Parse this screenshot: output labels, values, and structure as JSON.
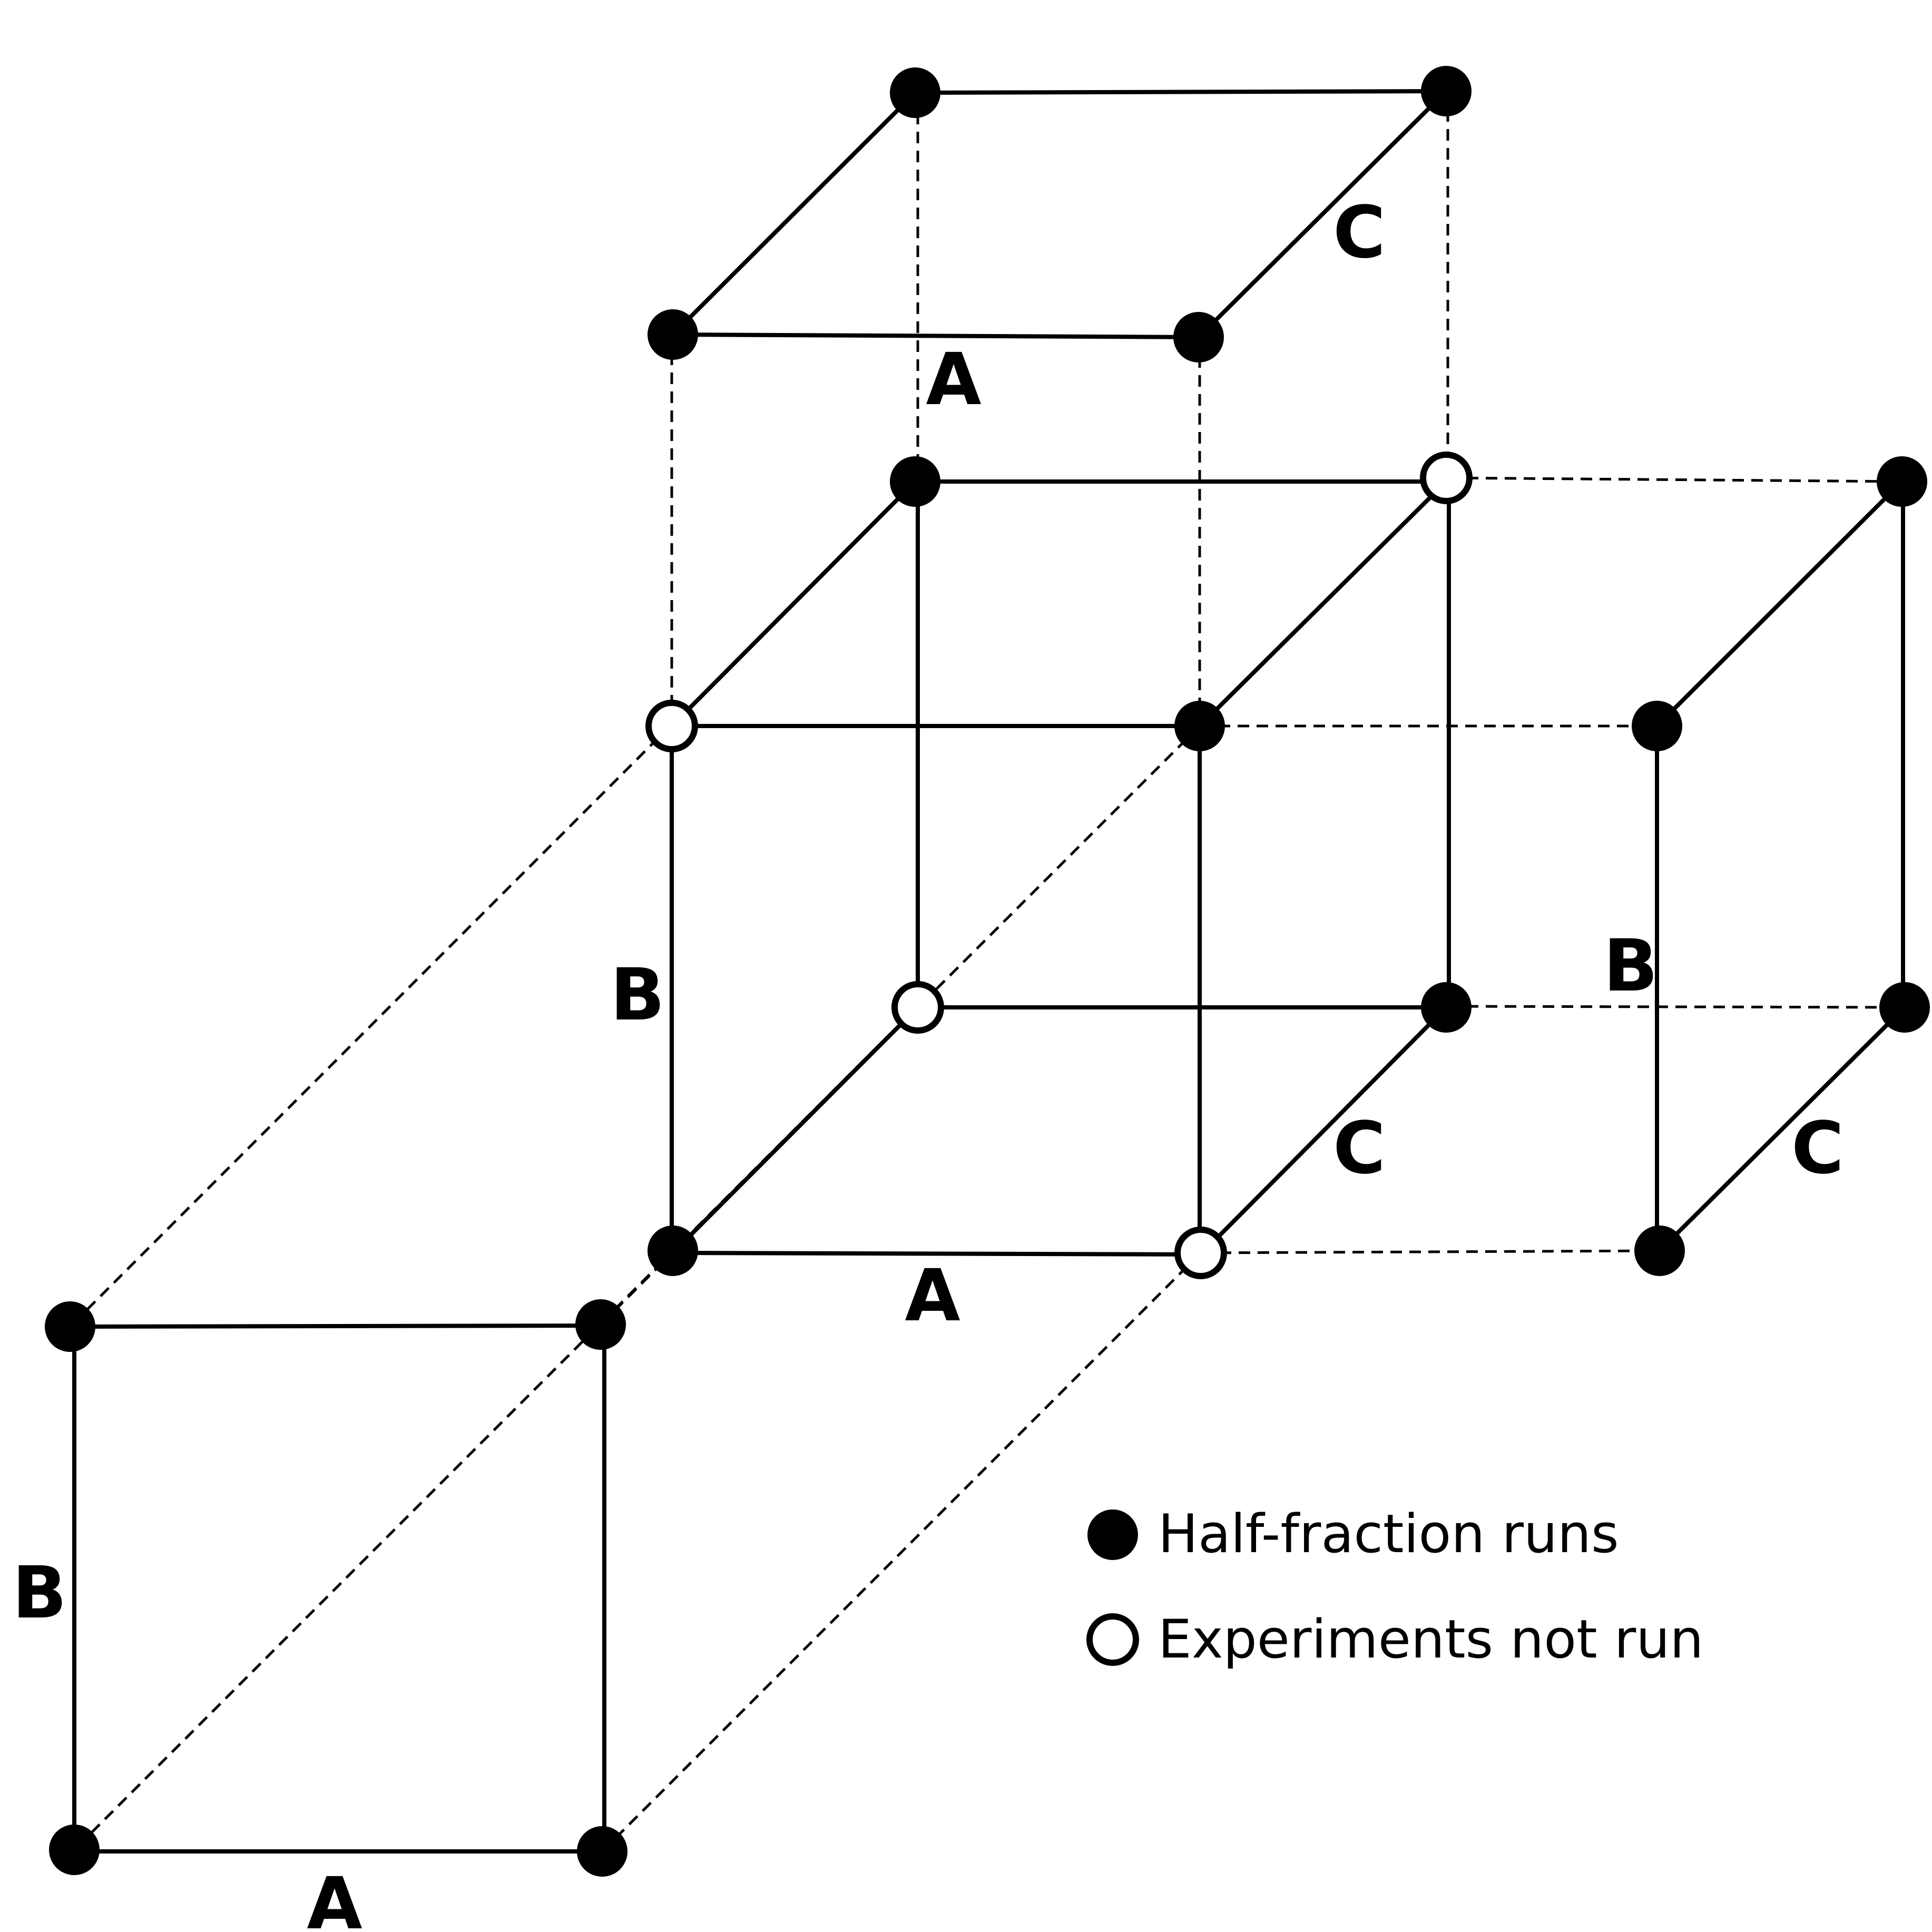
{
  "axis_labels": {
    "A": "A",
    "B": "B",
    "C": "C"
  },
  "legend": {
    "filled_label": "Half-fraction runs",
    "open_label": "Experiments not run"
  }
}
